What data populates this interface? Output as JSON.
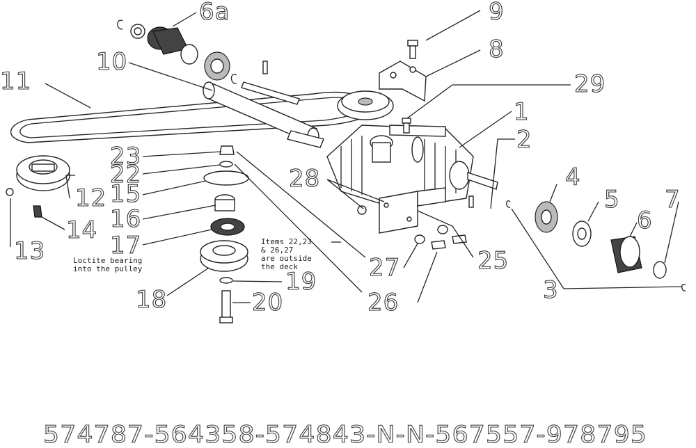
{
  "callouts": {
    "c1": "1",
    "c2": "2",
    "c3": "3",
    "c4": "4",
    "c5": "5",
    "c6": "6",
    "c6a": "6a",
    "c7": "7",
    "c8": "8",
    "c9": "9",
    "c10": "10",
    "c11": "11",
    "c12": "12",
    "c13": "13",
    "c14": "14",
    "c15": "15",
    "c16": "16",
    "c17": "17",
    "c18": "18",
    "c19": "19",
    "c20": "20",
    "c22": "22",
    "c23": "23",
    "c25": "25",
    "c26": "26",
    "c27": "27",
    "c28": "28",
    "c29": "29"
  },
  "notes": {
    "loctite": [
      "Loctite bearing",
      "into the pulley"
    ],
    "outside_deck": [
      "Items 22,23",
      "& 26,27",
      "are outside",
      "the deck"
    ]
  },
  "footer": {
    "part_numbers": "574787-564358-574843-N-N-567557-978795"
  }
}
